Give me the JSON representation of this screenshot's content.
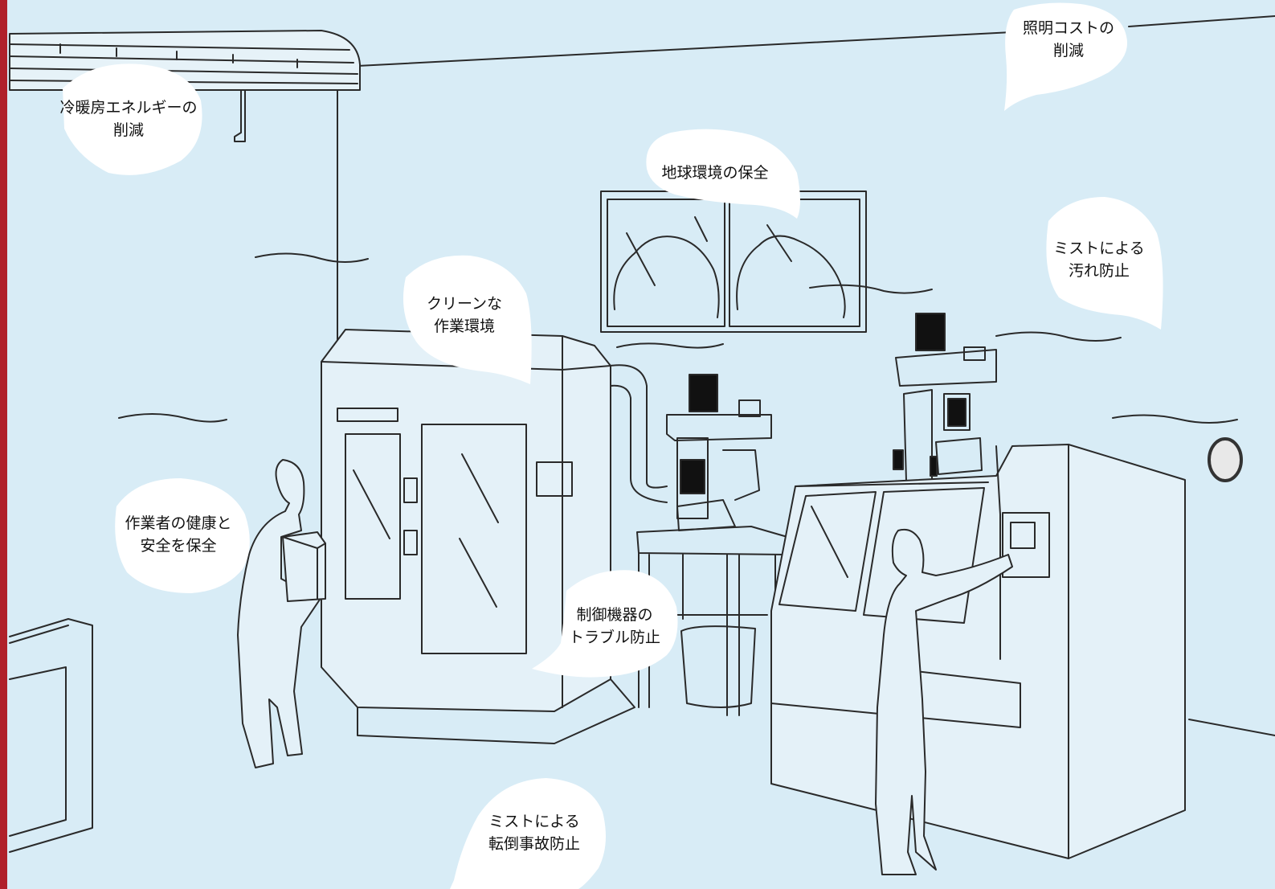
{
  "colors": {
    "background": "#d8ecf6",
    "line": "#2a2a2a",
    "bubble": "#ffffff",
    "machine_head": "#111111",
    "edge_bar": "#b0202a"
  },
  "callouts": {
    "hvac": {
      "line1": "冷暖房エネルギーの",
      "line2": "削減"
    },
    "lighting": {
      "line1": "照明コストの",
      "line2": "削減"
    },
    "environment": {
      "line1": "地球環境の保全"
    },
    "stain": {
      "line1": "ミストによる",
      "line2": "汚れ防止"
    },
    "clean": {
      "line1": "クリーンな",
      "line2": "作業環境"
    },
    "worker": {
      "line1": "作業者の健康と",
      "line2": "安全を保全"
    },
    "control": {
      "line1": "制御機器の",
      "line2": "トラブル防止"
    },
    "slip": {
      "line1": "ミストによる",
      "line2": "転倒事故防止"
    }
  }
}
